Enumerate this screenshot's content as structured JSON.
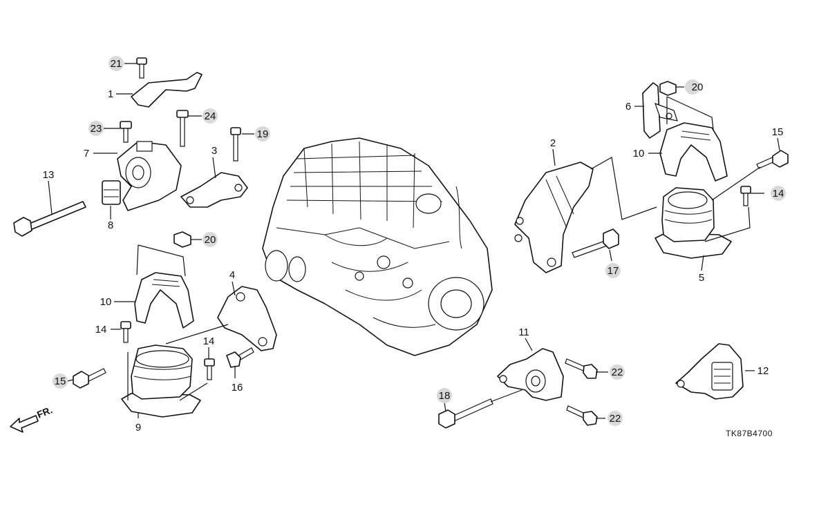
{
  "diagram": {
    "callouts": {
      "c1": "1",
      "c2": "2",
      "c3": "3",
      "c4": "4",
      "c5": "5",
      "c6": "6",
      "c7": "7",
      "c8": "8",
      "c9": "9",
      "c10a": "10",
      "c10b": "10",
      "c11": "11",
      "c12": "12",
      "c13": "13",
      "c14a": "14",
      "c14b": "14",
      "c14c": "14",
      "c15a": "15",
      "c15b": "15",
      "c16": "16",
      "c17": "17",
      "c18": "18",
      "c19": "19",
      "c20a": "20",
      "c20b": "20",
      "c21": "21",
      "c22a": "22",
      "c22b": "22",
      "c23": "23",
      "c24": "24"
    },
    "front_label": "FR.",
    "diagram_code": "TK87B4700"
  }
}
